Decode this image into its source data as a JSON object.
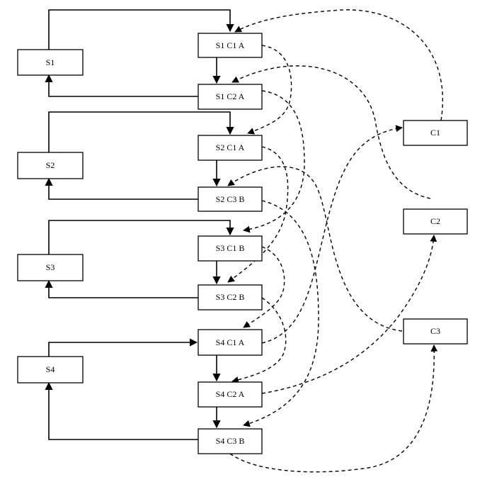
{
  "nodes": {
    "s1": "S1",
    "s2": "S2",
    "s3": "S3",
    "s4": "S4",
    "s1c1a": "S1 C1 A",
    "s1c2a": "S1 C2 A",
    "s2c1a": "S2 C1 A",
    "s2c3b": "S2 C3 B",
    "s3c1b": "S3 C1 B",
    "s3c2b": "S3 C2 B",
    "s4c1a": "S4 C1 A",
    "s4c2a": "S4 C2 A",
    "s4c3b": "S4 C3 B",
    "c1": "C1",
    "c2": "C2",
    "c3": "C3"
  },
  "colors": {
    "stroke": "#000000",
    "background": "#ffffff"
  }
}
